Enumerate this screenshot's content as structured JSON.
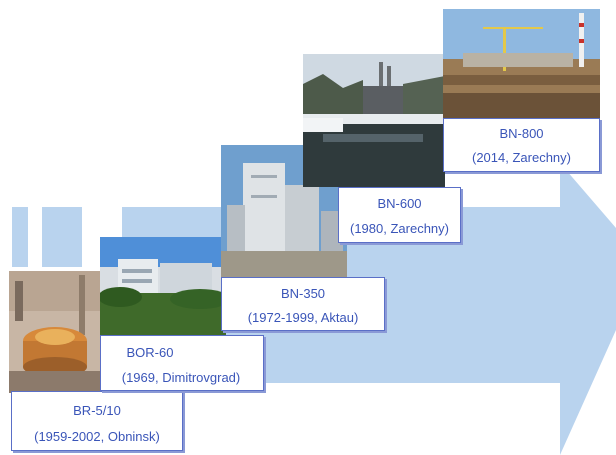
{
  "timeline": {
    "colors": {
      "arrow": "#b9d3ee",
      "label_text": "#3a55b8",
      "label_border": "#5a6fc7"
    },
    "items": [
      {
        "name": "BR-5/10",
        "details": "(1959-2002, Obninsk)"
      },
      {
        "name": "BOR-60",
        "details": "(1969, Dimitrovgrad)"
      },
      {
        "name": "BN-350",
        "details": "(1972-1999, Aktau)"
      },
      {
        "name": "BN-600",
        "details": "(1980,  Zarechny)"
      },
      {
        "name": "BN-800",
        "details": "(2014, Zarechny)"
      }
    ]
  }
}
